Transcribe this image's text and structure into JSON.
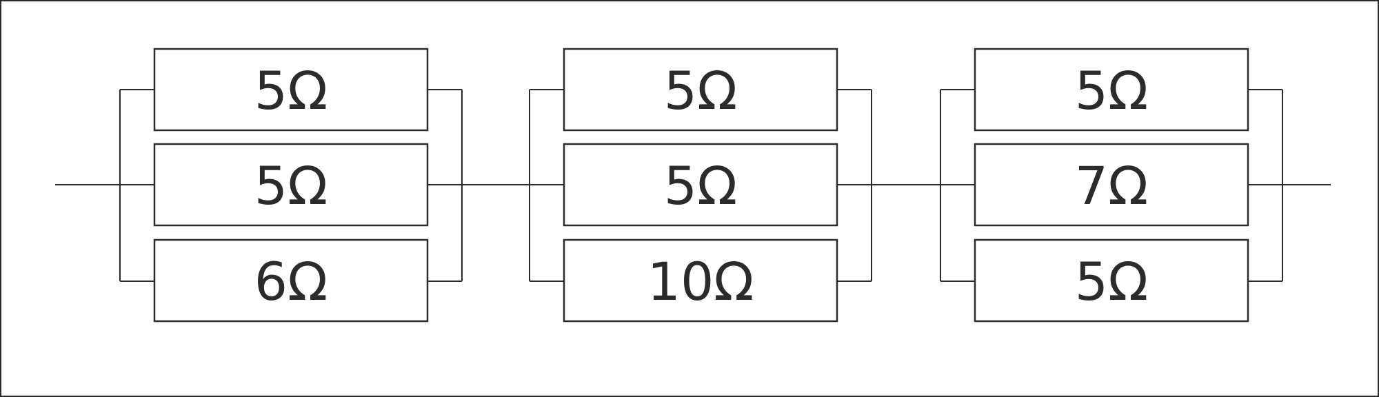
{
  "colors": {
    "line": "#2b2b2b",
    "background": "#ffffff"
  },
  "groups": [
    {
      "resistors": [
        {
          "label": "5Ω"
        },
        {
          "label": "5Ω"
        },
        {
          "label": "6Ω"
        }
      ]
    },
    {
      "resistors": [
        {
          "label": "5Ω"
        },
        {
          "label": "5Ω"
        },
        {
          "label": "10Ω"
        }
      ]
    },
    {
      "resistors": [
        {
          "label": "5Ω"
        },
        {
          "label": "7Ω"
        },
        {
          "label": "5Ω"
        }
      ]
    }
  ]
}
